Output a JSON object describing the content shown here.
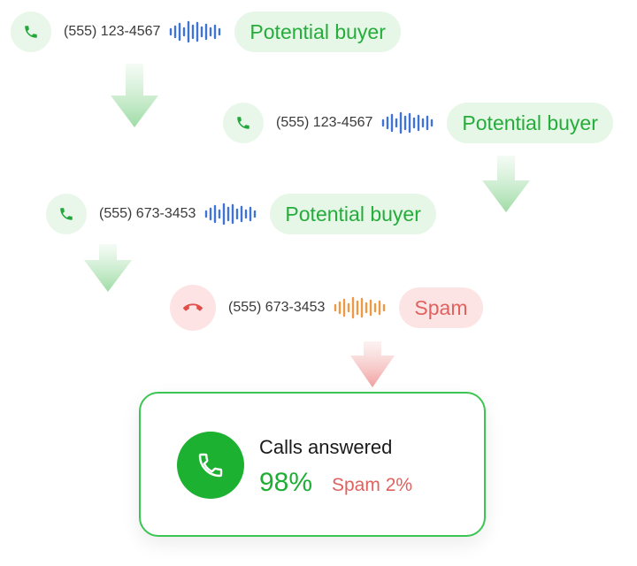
{
  "calls": [
    {
      "number": "(555) 123-4567",
      "tag": "Potential buyer",
      "status": "green",
      "wave_color": "#3f74d6"
    },
    {
      "number": "(555) 123-4567",
      "tag": "Potential buyer",
      "status": "green",
      "wave_color": "#3f74d6"
    },
    {
      "number": "(555) 673-3453",
      "tag": "Potential buyer",
      "status": "green",
      "wave_color": "#3f74d6"
    },
    {
      "number": "(555) 673-3453",
      "tag": "Spam",
      "status": "red",
      "wave_color": "#ee9a44"
    }
  ],
  "summary": {
    "title": "Calls answered",
    "answered_percent": "98%",
    "spam_text": "Spam 2%"
  },
  "colors": {
    "accent_green": "#1db131",
    "spam_red": "#e0625f",
    "card_border": "#3cc552"
  },
  "icons": {
    "answered": "phone-icon",
    "declined": "phone-hangup-icon",
    "flow": "arrow-down-icon"
  }
}
